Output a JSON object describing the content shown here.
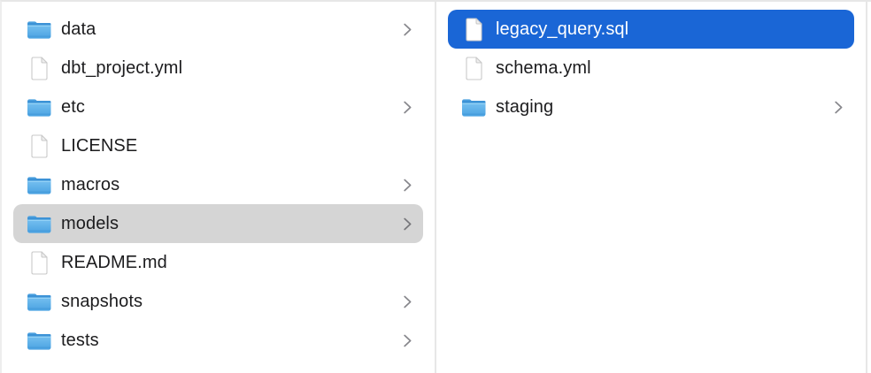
{
  "browser": {
    "kind": "finder-column-view",
    "columns": [
      {
        "name": "left-column",
        "items": [
          {
            "label": "data",
            "type": "folder",
            "chevron": true,
            "selected": false,
            "selection_style": null
          },
          {
            "label": "dbt_project.yml",
            "type": "file",
            "chevron": false,
            "selected": false,
            "selection_style": null
          },
          {
            "label": "etc",
            "type": "folder",
            "chevron": true,
            "selected": false,
            "selection_style": null
          },
          {
            "label": "LICENSE",
            "type": "file",
            "chevron": false,
            "selected": false,
            "selection_style": null
          },
          {
            "label": "macros",
            "type": "folder",
            "chevron": true,
            "selected": false,
            "selection_style": null
          },
          {
            "label": "models",
            "type": "folder",
            "chevron": true,
            "selected": true,
            "selection_style": "inactive"
          },
          {
            "label": "README.md",
            "type": "file",
            "chevron": false,
            "selected": false,
            "selection_style": null
          },
          {
            "label": "snapshots",
            "type": "folder",
            "chevron": true,
            "selected": false,
            "selection_style": null
          },
          {
            "label": "tests",
            "type": "folder",
            "chevron": true,
            "selected": false,
            "selection_style": null
          }
        ]
      },
      {
        "name": "right-column",
        "items": [
          {
            "label": "legacy_query.sql",
            "type": "file",
            "chevron": false,
            "selected": true,
            "selection_style": "active"
          },
          {
            "label": "schema.yml",
            "type": "file",
            "chevron": false,
            "selected": false,
            "selection_style": null
          },
          {
            "label": "staging",
            "type": "folder",
            "chevron": true,
            "selected": false,
            "selection_style": null
          }
        ]
      }
    ],
    "icons": {
      "folder": "folder-icon",
      "file": "document-icon",
      "chevron": "chevron-right-icon"
    },
    "colors": {
      "selection_active": "#1a66d6",
      "selection_inactive": "#d5d5d5",
      "divider": "#e7e7e7",
      "text": "#1c1c1e",
      "text_selected": "#ffffff",
      "chevron": "#86868b",
      "folder_blue_light": "#7cc4f2",
      "folder_blue_dark": "#4aa2e2",
      "folder_rim": "#3c92d6",
      "doc_border": "#c9c9c9",
      "doc_fold": "#efefef"
    }
  }
}
